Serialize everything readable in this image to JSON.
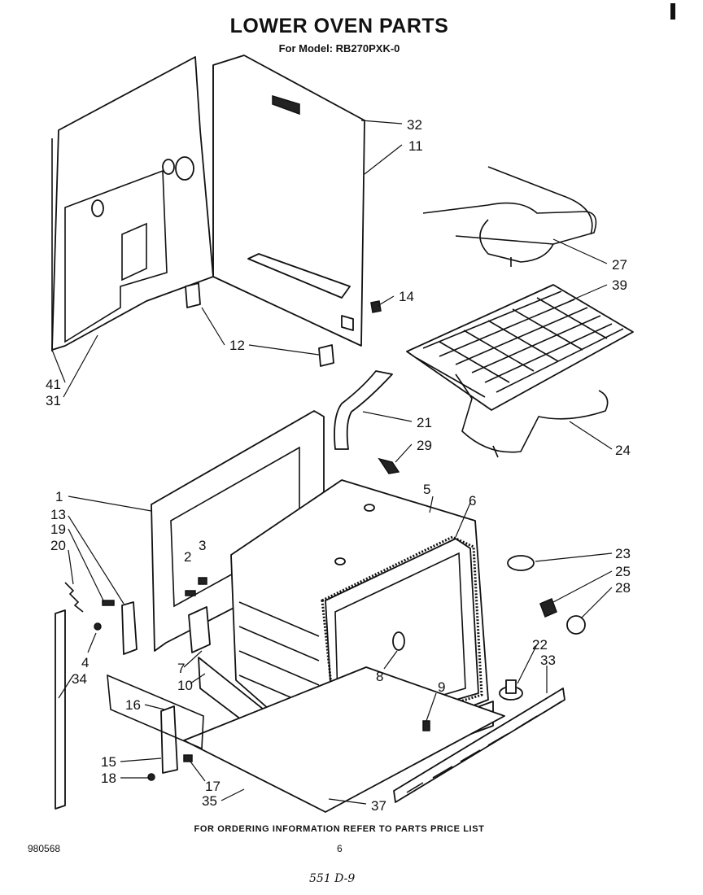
{
  "header": {
    "title": "LOWER OVEN PARTS",
    "subtitle": "For Model: RB270PXK-0"
  },
  "callouts": [
    "1",
    "2",
    "3",
    "4",
    "5",
    "6",
    "7",
    "8",
    "9",
    "10",
    "11",
    "12",
    "13",
    "14",
    "15",
    "16",
    "17",
    "18",
    "19",
    "20",
    "21",
    "22",
    "23",
    "24",
    "25",
    "27",
    "28",
    "29",
    "31",
    "32",
    "33",
    "34",
    "35",
    "37",
    "39",
    "41"
  ],
  "footer": {
    "note": "FOR ORDERING INFORMATION REFER TO PARTS PRICE LIST",
    "doc_number": "980568",
    "page_number": "6",
    "handwritten": "551 D-9"
  }
}
